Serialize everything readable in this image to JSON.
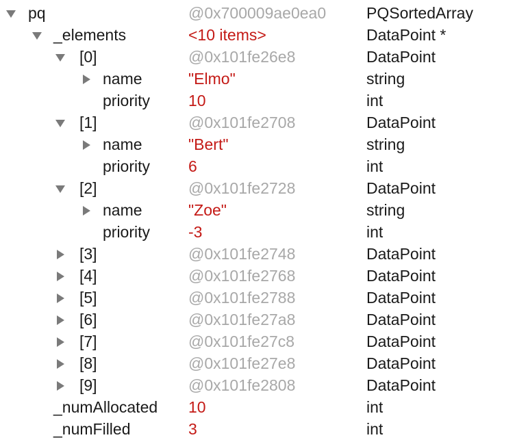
{
  "variables": [
    {
      "name": "pq",
      "value": "@0x700009ae0ea0",
      "type": "PQSortedArray",
      "kind": "addr",
      "depth": 0,
      "disclosure": "expanded"
    },
    {
      "name": "_elements",
      "value": "<10 items>",
      "type": "DataPoint *",
      "kind": "lit",
      "depth": 1,
      "disclosure": "expanded"
    },
    {
      "name": "[0]",
      "value": "@0x101fe26e8",
      "type": "DataPoint",
      "kind": "addr",
      "depth": 2,
      "disclosure": "expanded"
    },
    {
      "name": "name",
      "value": "\"Elmo\"",
      "type": "string",
      "kind": "lit",
      "depth": 3,
      "disclosure": "collapsed"
    },
    {
      "name": "priority",
      "value": "10",
      "type": "int",
      "kind": "lit",
      "depth": 3,
      "disclosure": "none"
    },
    {
      "name": "[1]",
      "value": "@0x101fe2708",
      "type": "DataPoint",
      "kind": "addr",
      "depth": 2,
      "disclosure": "expanded"
    },
    {
      "name": "name",
      "value": "\"Bert\"",
      "type": "string",
      "kind": "lit",
      "depth": 3,
      "disclosure": "collapsed"
    },
    {
      "name": "priority",
      "value": "6",
      "type": "int",
      "kind": "lit",
      "depth": 3,
      "disclosure": "none"
    },
    {
      "name": "[2]",
      "value": "@0x101fe2728",
      "type": "DataPoint",
      "kind": "addr",
      "depth": 2,
      "disclosure": "expanded"
    },
    {
      "name": "name",
      "value": "\"Zoe\"",
      "type": "string",
      "kind": "lit",
      "depth": 3,
      "disclosure": "collapsed"
    },
    {
      "name": "priority",
      "value": "-3",
      "type": "int",
      "kind": "lit",
      "depth": 3,
      "disclosure": "none"
    },
    {
      "name": "[3]",
      "value": "@0x101fe2748",
      "type": "DataPoint",
      "kind": "addr",
      "depth": 2,
      "disclosure": "collapsed"
    },
    {
      "name": "[4]",
      "value": "@0x101fe2768",
      "type": "DataPoint",
      "kind": "addr",
      "depth": 2,
      "disclosure": "collapsed"
    },
    {
      "name": "[5]",
      "value": "@0x101fe2788",
      "type": "DataPoint",
      "kind": "addr",
      "depth": 2,
      "disclosure": "collapsed"
    },
    {
      "name": "[6]",
      "value": "@0x101fe27a8",
      "type": "DataPoint",
      "kind": "addr",
      "depth": 2,
      "disclosure": "collapsed"
    },
    {
      "name": "[7]",
      "value": "@0x101fe27c8",
      "type": "DataPoint",
      "kind": "addr",
      "depth": 2,
      "disclosure": "collapsed"
    },
    {
      "name": "[8]",
      "value": "@0x101fe27e8",
      "type": "DataPoint",
      "kind": "addr",
      "depth": 2,
      "disclosure": "collapsed"
    },
    {
      "name": "[9]",
      "value": "@0x101fe2808",
      "type": "DataPoint",
      "kind": "addr",
      "depth": 2,
      "disclosure": "collapsed"
    },
    {
      "name": "_numAllocated",
      "value": "10",
      "type": "int",
      "kind": "lit",
      "depth": 1,
      "disclosure": "none"
    },
    {
      "name": "_numFilled",
      "value": "3",
      "type": "int",
      "kind": "lit",
      "depth": 1,
      "disclosure": "none"
    }
  ],
  "colors": {
    "text": "#1a1a1a",
    "address": "#a8a8a8",
    "literal": "#c41a16",
    "disclosure_triangle": "#7a7a7a"
  }
}
